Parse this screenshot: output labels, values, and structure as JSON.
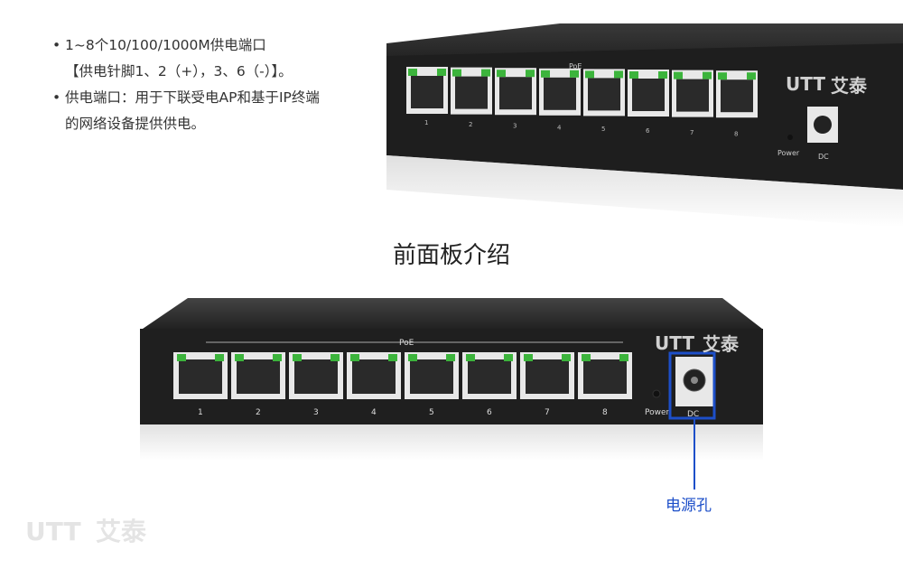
{
  "bullets": [
    {
      "text": "1~8个10/100/1000M供电端口\n【供电针脚1、2（+），3、6（-）】。"
    },
    {
      "text": "供电端口：用于下联受电AP和基于IP终端\n的网络设备提供供电。"
    }
  ],
  "section_title": "前面板介绍",
  "device": {
    "poe_label": "PoE",
    "port_numbers": [
      "1",
      "2",
      "3",
      "4",
      "5",
      "6",
      "7",
      "8"
    ],
    "power_label": "Power",
    "dc_label": "DC",
    "brand_text": "艾泰"
  },
  "callout": {
    "label": "电源孔",
    "color": "#1d4fc9"
  },
  "watermark_text": "艾泰",
  "colors": {
    "device_body": "#1f1f1f",
    "port_led": "#3cb43c",
    "port_frame": "#e8e8e8"
  }
}
